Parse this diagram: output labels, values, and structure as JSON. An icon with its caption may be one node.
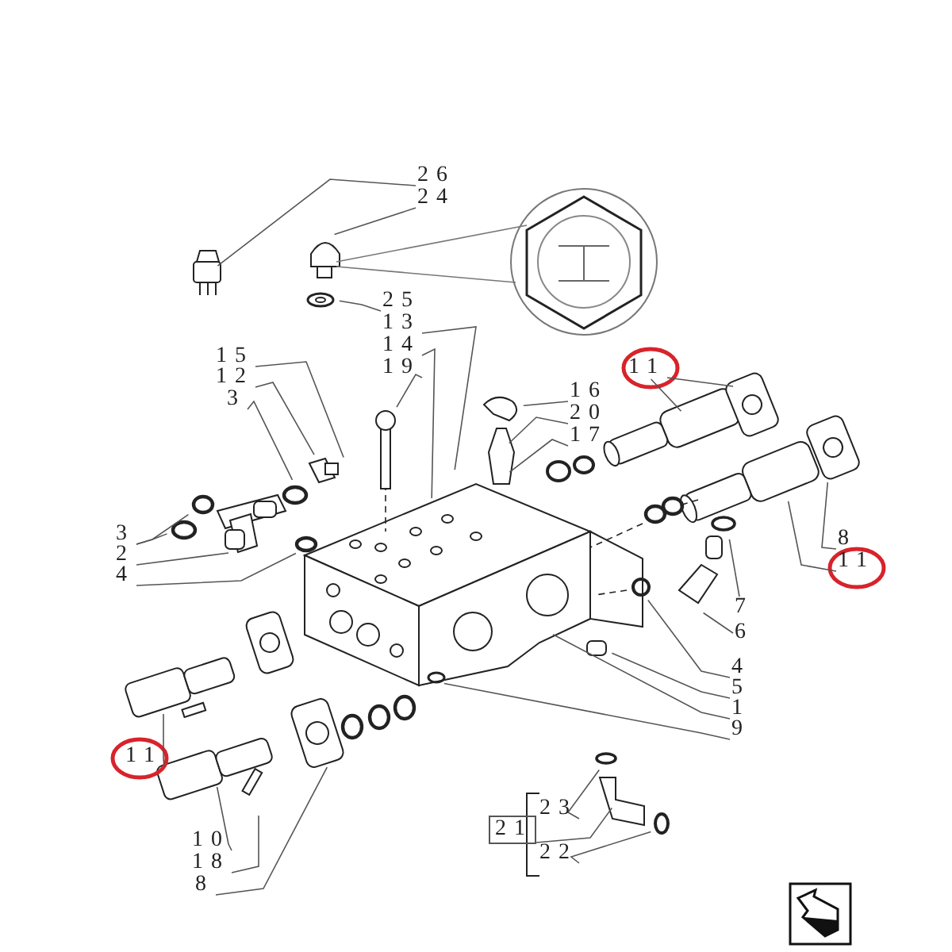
{
  "diagram": {
    "nodes": [
      {
        "text": [
          "26"
        ]
      },
      {
        "text": [
          "24"
        ]
      },
      {
        "text": [
          "25"
        ]
      },
      {
        "text": [
          "13"
        ]
      },
      {
        "text": [
          "14"
        ]
      },
      {
        "text": [
          "19"
        ]
      },
      {
        "text": [
          "15"
        ]
      },
      {
        "text": [
          "12"
        ]
      },
      {
        "text": [
          "3"
        ]
      },
      {
        "text": [
          "16"
        ]
      },
      {
        "text": [
          "20"
        ]
      },
      {
        "text": [
          "17"
        ]
      },
      {
        "text": [
          "11"
        ]
      },
      {
        "text": [
          "3"
        ]
      },
      {
        "text": [
          "2"
        ]
      },
      {
        "text": [
          "4"
        ]
      },
      {
        "text": [
          "8"
        ]
      },
      {
        "text": [
          "11"
        ]
      },
      {
        "text": [
          "7"
        ]
      },
      {
        "text": [
          "6"
        ]
      },
      {
        "text": [
          "4"
        ]
      },
      {
        "text": [
          "5"
        ]
      },
      {
        "text": [
          "1"
        ]
      },
      {
        "text": [
          "9"
        ]
      },
      {
        "text": [
          "11"
        ]
      },
      {
        "text": [
          "10"
        ]
      },
      {
        "text": [
          "18"
        ]
      },
      {
        "text": [
          "8"
        ]
      },
      {
        "text": [
          "23"
        ]
      },
      {
        "text": [
          "21"
        ]
      },
      {
        "text": [
          "22"
        ]
      }
    ],
    "edges": [
      {
        "from": 0,
        "to": null,
        "arrow": "none"
      },
      {
        "from": 1,
        "to": null,
        "arrow": "none"
      },
      {
        "from": 2,
        "to": null,
        "arrow": "none"
      },
      {
        "from": 3,
        "to": null,
        "arrow": "none"
      },
      {
        "from": 4,
        "to": null,
        "arrow": "none"
      },
      {
        "from": 5,
        "to": null,
        "arrow": "none"
      },
      {
        "from": 6,
        "to": null,
        "arrow": "none"
      },
      {
        "from": 7,
        "to": null,
        "arrow": "none"
      },
      {
        "from": 8,
        "to": null,
        "arrow": "none"
      },
      {
        "from": 9,
        "to": null,
        "arrow": "none"
      },
      {
        "from": 10,
        "to": null,
        "arrow": "none"
      },
      {
        "from": 11,
        "to": null,
        "arrow": "none"
      },
      {
        "from": 12,
        "to": null,
        "arrow": "none"
      },
      {
        "from": 12,
        "to": null,
        "arrow": "none"
      },
      {
        "from": 13,
        "to": null,
        "arrow": "none"
      },
      {
        "from": 13,
        "to": null,
        "arrow": "none"
      },
      {
        "from": 14,
        "to": null,
        "arrow": "none"
      },
      {
        "from": 15,
        "to": null,
        "arrow": "none"
      },
      {
        "from": 16,
        "to": null,
        "arrow": "none"
      },
      {
        "from": 17,
        "to": null,
        "arrow": "none"
      },
      {
        "from": 18,
        "to": null,
        "arrow": "none"
      },
      {
        "from": 19,
        "to": null,
        "arrow": "none"
      },
      {
        "from": 20,
        "to": null,
        "arrow": "none"
      },
      {
        "from": 21,
        "to": null,
        "arrow": "none"
      },
      {
        "from": 22,
        "to": null,
        "arrow": "none"
      },
      {
        "from": 23,
        "to": null,
        "arrow": "none"
      },
      {
        "from": 24,
        "to": null,
        "arrow": "none"
      },
      {
        "from": 25,
        "to": null,
        "arrow": "none"
      },
      {
        "from": 26,
        "to": null,
        "arrow": "none"
      },
      {
        "from": 27,
        "to": null,
        "arrow": "none"
      },
      {
        "from": 28,
        "to": null,
        "arrow": "none"
      },
      {
        "from": 29,
        "to": null,
        "arrow": "none"
      },
      {
        "from": 30,
        "to": null,
        "arrow": "none"
      }
    ]
  }
}
